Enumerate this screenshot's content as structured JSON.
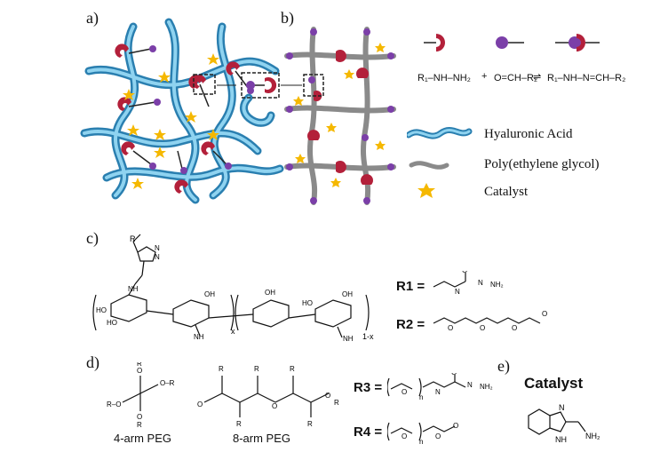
{
  "panels": {
    "a": "a)",
    "b": "b)",
    "c": "c)",
    "d": "d)",
    "e": "e)"
  },
  "legend": {
    "hyaluronic_acid": "Hyaluronic Acid",
    "peg": "Poly(ethylene glycol)",
    "catalyst": "Catalyst"
  },
  "reaction": {
    "hydrazine": "R₁–NH–NH₂",
    "aldehyde": "O=CH–R₂",
    "product": "R₁–NH–N=CH–R₂"
  },
  "structure_c": {
    "subscript_x": "x",
    "subscript_1x": "1-x",
    "r1_label": "R1 =",
    "r2_label": "R2 ="
  },
  "structure_d": {
    "four_arm": "4-arm PEG",
    "eight_arm": "8-arm PEG",
    "r3_label": "R3 =",
    "r4_label": "R4 =",
    "n": "n"
  },
  "structure_e": {
    "title": "Catalyst",
    "nh": "NH",
    "n": "N",
    "nh2": "NH₂"
  }
}
